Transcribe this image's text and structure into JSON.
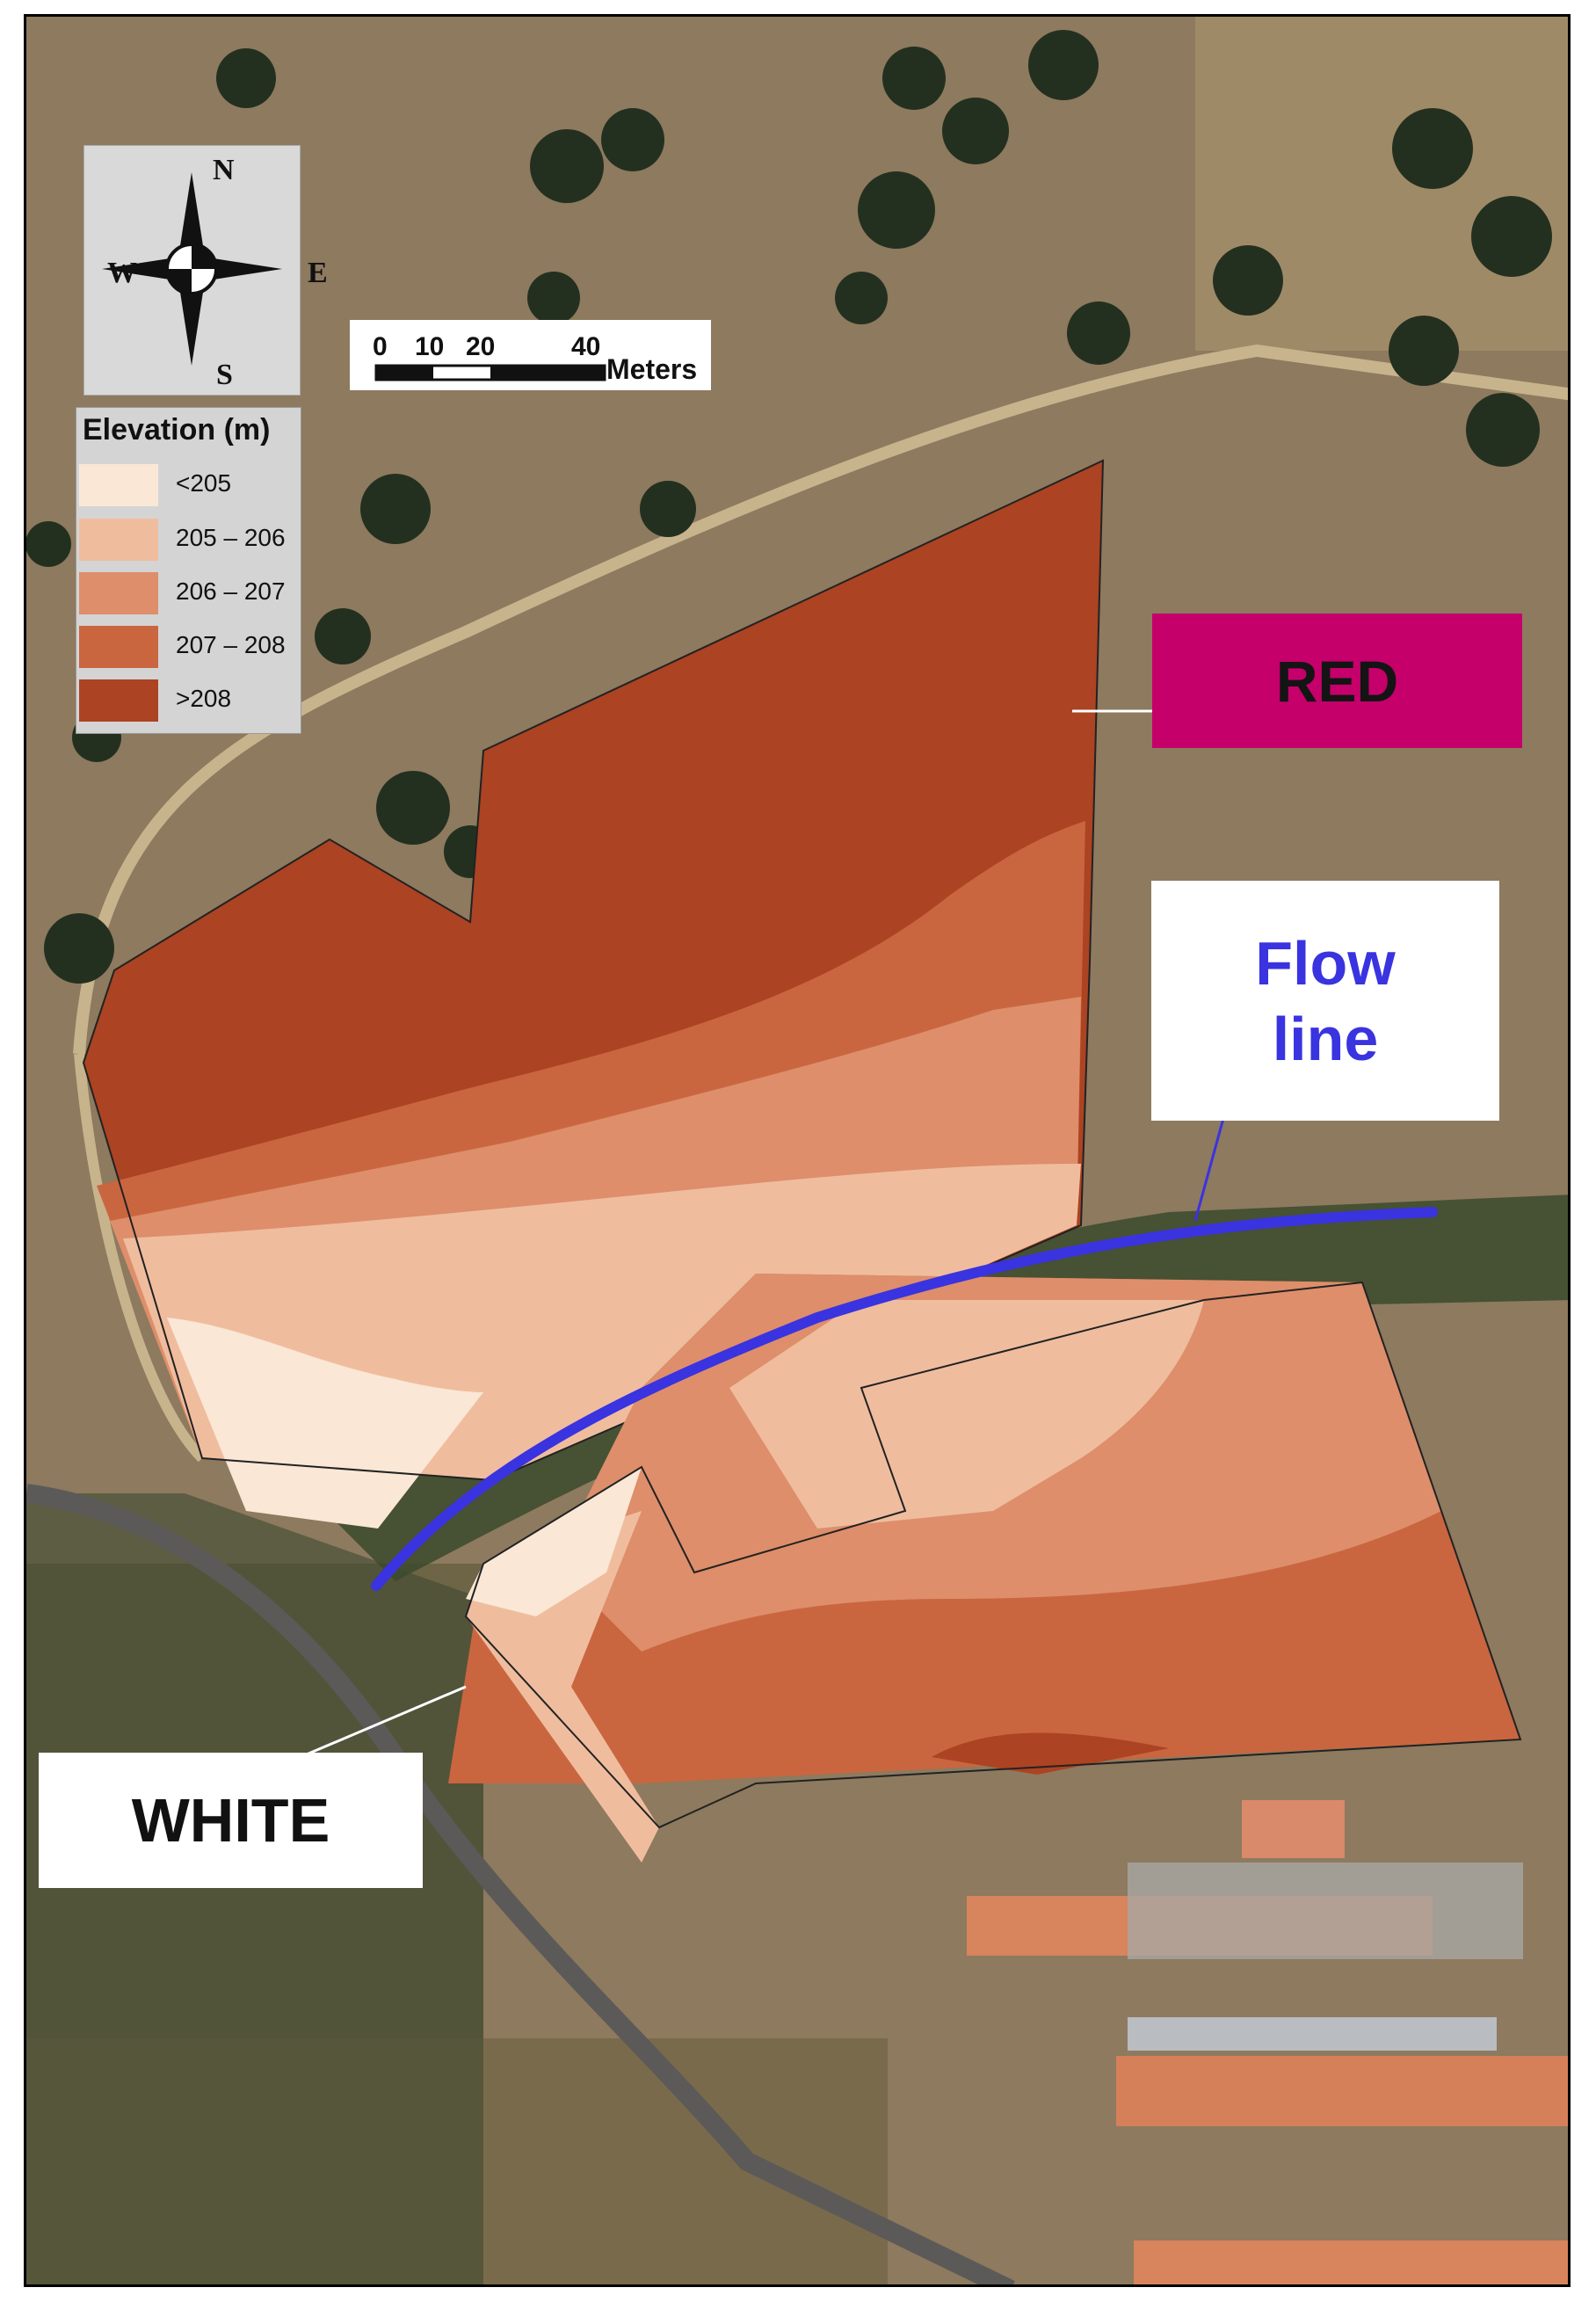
{
  "legend": {
    "title": "Elevation (m)",
    "classes": [
      {
        "label": "<205",
        "color": "#fae7d6"
      },
      {
        "label": "205 – 206",
        "color": "#efbd9e"
      },
      {
        "label": "206 – 207",
        "color": "#de8e6a"
      },
      {
        "label": "207 – 208",
        "color": "#c96640"
      },
      {
        "label": ">208",
        "color": "#ac4322"
      }
    ]
  },
  "compass": {
    "north": "N",
    "south": "S",
    "east": "E",
    "west": "W"
  },
  "scale_bar": {
    "ticks": [
      "0",
      "10",
      "20",
      "40"
    ],
    "unit": "Meters"
  },
  "labels": {
    "red": "RED",
    "flow_line_1": "Flow",
    "flow_line_2": "line",
    "white": "WHITE"
  },
  "colors": {
    "flow_line": "#3a33e0",
    "red_label_bg": "#c5006b",
    "terrain": "#8d7a5f",
    "vegetation": "#2d3a25"
  }
}
